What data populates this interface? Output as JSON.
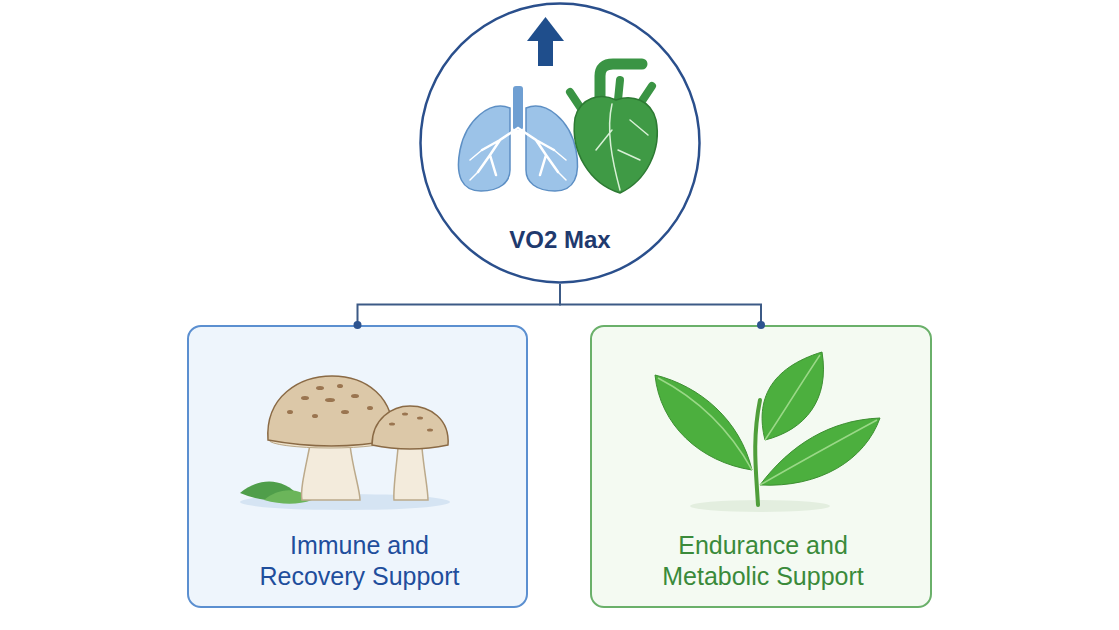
{
  "diagram": {
    "nodes": [
      {
        "text": [
          "VO2 Max"
        ]
      },
      {
        "text": [
          "Immune and Recovery Support"
        ]
      },
      {
        "text": [
          "Endurance and Metabolic Support"
        ]
      }
    ],
    "edges": [
      {
        "from": 0,
        "to": 1,
        "arrow": "none"
      },
      {
        "from": 0,
        "to": 2,
        "arrow": "none"
      }
    ]
  }
}
